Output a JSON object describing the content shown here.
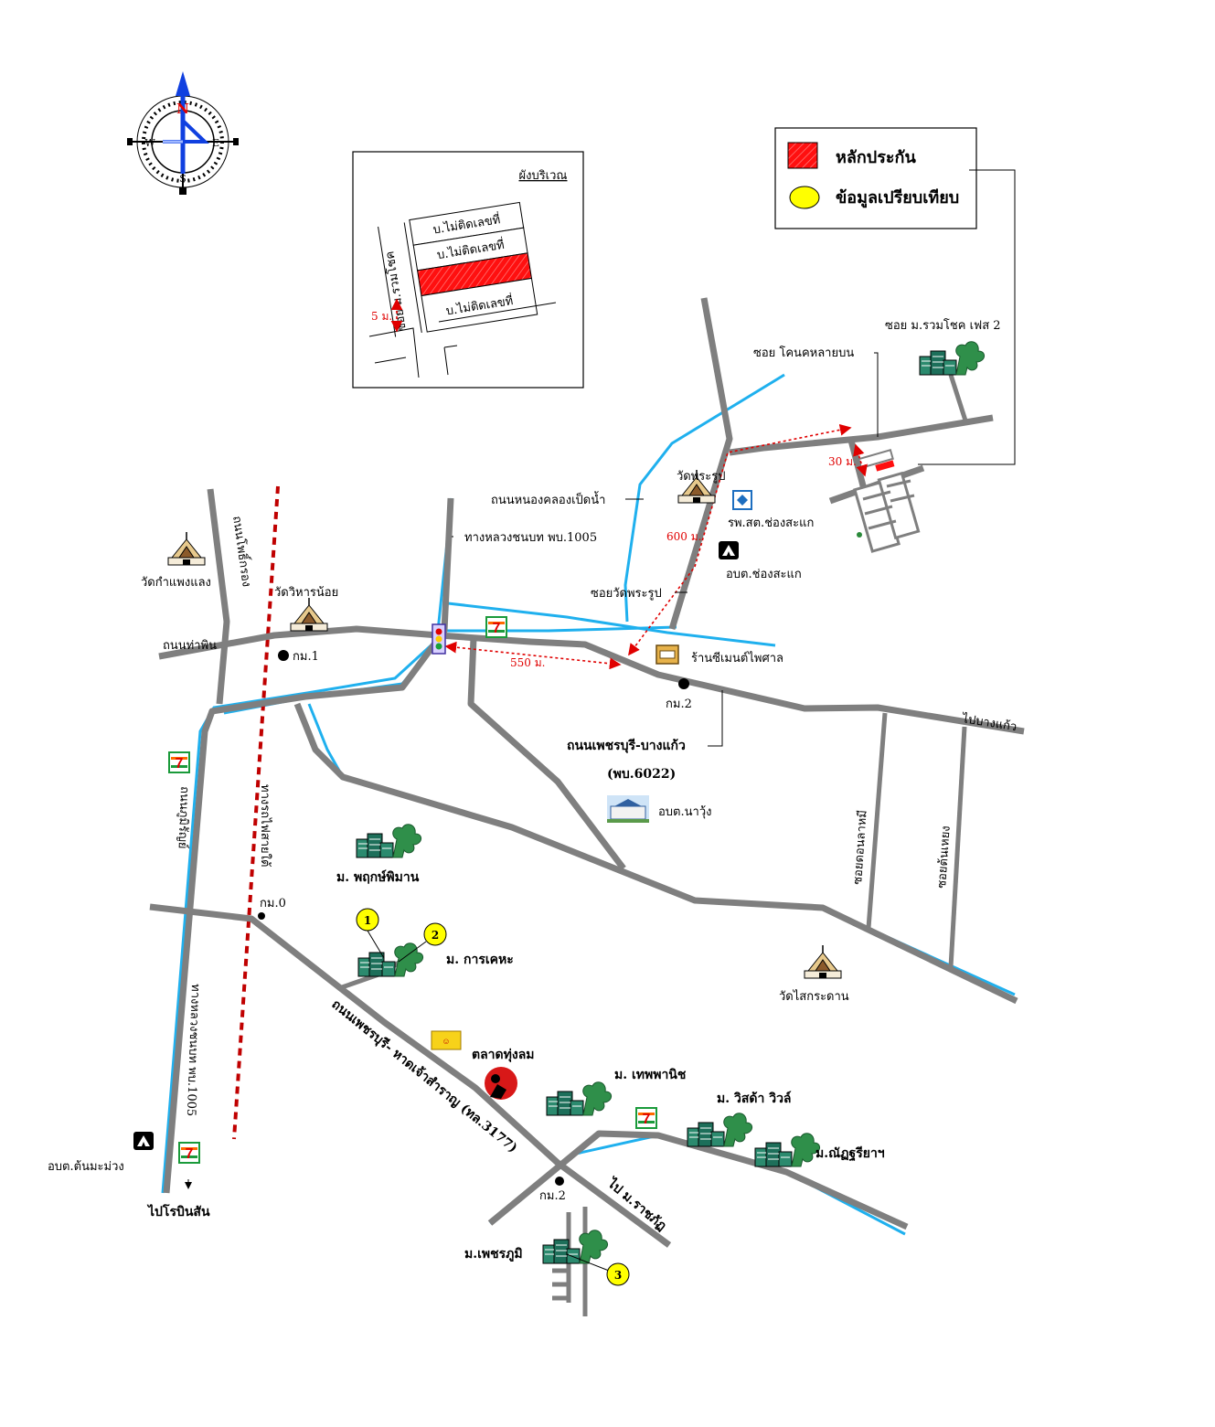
{
  "legend": {
    "collateral_label": "หลักประกัน",
    "comparison_label": "ข้อมูลเปรียบเทียบ",
    "collateral_color": "#ff1010",
    "comparison_color": "#ffff00"
  },
  "compass": {
    "n": "N",
    "s": "S",
    "e": "E",
    "w": "W"
  },
  "inset": {
    "title": "ผังบริเวณ",
    "lot_top": "บ.ไม่ติดเลขที่",
    "lot_second": "บ.ไม่ติดเลขที่",
    "lot_bottom": "บ.ไม่ติดเลขที่",
    "road": "ซอย ม.รวมโชค",
    "distance": "5 ม."
  },
  "labels": {
    "soi_ruamchok": "ซอย ม.รวมโชค เฟส 2",
    "soi_khonthai": "ซอย โคนคหลายบน",
    "wat_phrarup": "วัดพระรูป",
    "rd_nongklong": "ถนนหนองคลองเป็ดน้ำ",
    "hwy_1005_top": "ทางหลวงชนบท พบ.1005",
    "hospital": "รพ.สต.ช่องสะแก",
    "obt_chongsakae": "อบต.ช่องสะแก",
    "soi_wat_phrarup": "ซอยวัดพระรูป",
    "cement_shop": "ร้านซีเมนต์ไพศาล",
    "km2_top": "กม.2",
    "rd_phetburi_bangkaew": "ถนนเพชรบุรี-บางแก้ว",
    "rd_6022": "(พบ.6022)",
    "to_bangkaew": "ไปบางแก้ว",
    "wat_kamphaeng": "วัดกำแพงแลง",
    "wat_wiharn": "วัดวิหารน้อย",
    "rd_thaphin": "ถนนท่าพิน",
    "km1": "กม.1",
    "rd_phoekrong": "ถนนโพธิ์กรอง",
    "rd_phupirom": "ถนนภูมิรัญย์",
    "railway": "ทางรถไฟสายใต้",
    "obt_narung": "อบต.นาวุ้ง",
    "moo_phruksa": "ม. พฤกษ์พิมาน",
    "km0": "กม.0",
    "moo_karnkeha": "ม. การเคหะ",
    "soi_donlamee": "ซอยดอนลาหมี",
    "soi_tonnoeng": "ซอยต้นเหยง",
    "wat_saikradan": "วัดไสกระดาน",
    "rd_phetburi_hadchao": "ถนนเพชรบุรี- หาดเจ้าสำราญ (ทล.3177)",
    "market": "ตลาดทุ่งลม",
    "moo_thepphanit": "ม. เทพพานิช",
    "moo_wisada": "ม. วิสด้า วิวล์",
    "moo_natthariya": "ม.ณัฏฐรียาฯ",
    "to_rajabhat": "ไป ม.ราชภัฏ",
    "km2_bottom": "กม.2",
    "moo_phetphum": "ม.เพชรภูมิ",
    "hwy_1005_bottom": "ทางหลวงชนบท พบ.1005",
    "obt_tonmamuang": "อบต.ต้นมะม่วง",
    "to_airport": "ไปโรบินสัน"
  },
  "distances": {
    "d600": "600 ม.",
    "d550": "550 ม.",
    "d30": "30 ม."
  },
  "markers": {
    "c1": "1",
    "c2": "2",
    "c3": "3"
  },
  "colors": {
    "road": "#7f7f7f",
    "canal": "#1fb0ee",
    "rail": "#c00000",
    "distance": "#e00000"
  }
}
